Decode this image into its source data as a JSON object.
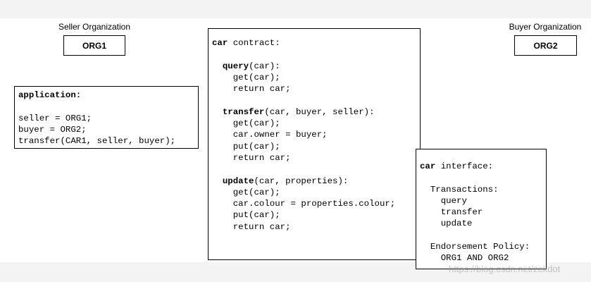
{
  "seller": {
    "label": "Seller Organization",
    "org": "ORG1"
  },
  "buyer": {
    "label": "Buyer Organization",
    "org": "ORG2"
  },
  "application": {
    "lines": [
      [
        {
          "t": "application",
          "b": true
        },
        {
          "t": ":",
          "b": true
        }
      ],
      [
        {
          "t": " "
        }
      ],
      [
        {
          "t": "seller = ORG1;"
        }
      ],
      [
        {
          "t": "buyer = ORG2;"
        }
      ],
      [
        {
          "t": "transfer(CAR1, seller, buyer);"
        }
      ]
    ]
  },
  "contract": {
    "lines": [
      [
        {
          "t": "car",
          "b": true
        },
        {
          "t": " contract:"
        }
      ],
      [
        {
          "t": " "
        }
      ],
      [
        {
          "t": "  "
        },
        {
          "t": "query",
          "b": true
        },
        {
          "t": "(car):"
        }
      ],
      [
        {
          "t": "    get(car);"
        }
      ],
      [
        {
          "t": "    return car;"
        }
      ],
      [
        {
          "t": " "
        }
      ],
      [
        {
          "t": "  "
        },
        {
          "t": "transfer",
          "b": true
        },
        {
          "t": "(car, buyer, seller):"
        }
      ],
      [
        {
          "t": "    get(car);"
        }
      ],
      [
        {
          "t": "    car.owner = buyer;"
        }
      ],
      [
        {
          "t": "    put(car);"
        }
      ],
      [
        {
          "t": "    return car;"
        }
      ],
      [
        {
          "t": " "
        }
      ],
      [
        {
          "t": "  "
        },
        {
          "t": "update",
          "b": true
        },
        {
          "t": "(car, properties):"
        }
      ],
      [
        {
          "t": "    get(car);"
        }
      ],
      [
        {
          "t": "    car.colour = properties.colour;"
        }
      ],
      [
        {
          "t": "    put(car);"
        }
      ],
      [
        {
          "t": "    return car;"
        }
      ]
    ]
  },
  "interface": {
    "lines": [
      [
        {
          "t": "car",
          "b": true
        },
        {
          "t": " interface:"
        }
      ],
      [
        {
          "t": " "
        }
      ],
      [
        {
          "t": "  Transactions:"
        }
      ],
      [
        {
          "t": "    query"
        }
      ],
      [
        {
          "t": "    transfer"
        }
      ],
      [
        {
          "t": "    update"
        }
      ],
      [
        {
          "t": " "
        }
      ],
      [
        {
          "t": "  Endorsement Policy:"
        }
      ],
      [
        {
          "t": "    ORG1 AND ORG2"
        }
      ]
    ]
  },
  "watermark": "https://blog.csdn.net/zekdot"
}
